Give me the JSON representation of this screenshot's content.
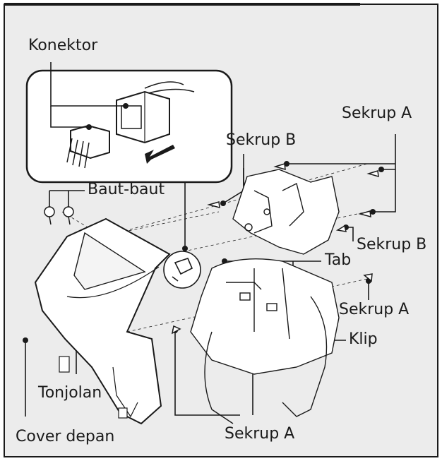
{
  "labels": {
    "konektor": "Konektor",
    "sekrup_a": "Sekrup A",
    "sekrup_b": "Sekrup B",
    "baut_baut": "Baut-baut",
    "tab": "Tab",
    "klip": "Klip",
    "tonjolan": "Tonjolan",
    "cover_depan": "Cover depan"
  },
  "colors": {
    "panel_bg": "#ececec",
    "line": "#1a1a1a",
    "inset_bg": "#ffffff"
  }
}
